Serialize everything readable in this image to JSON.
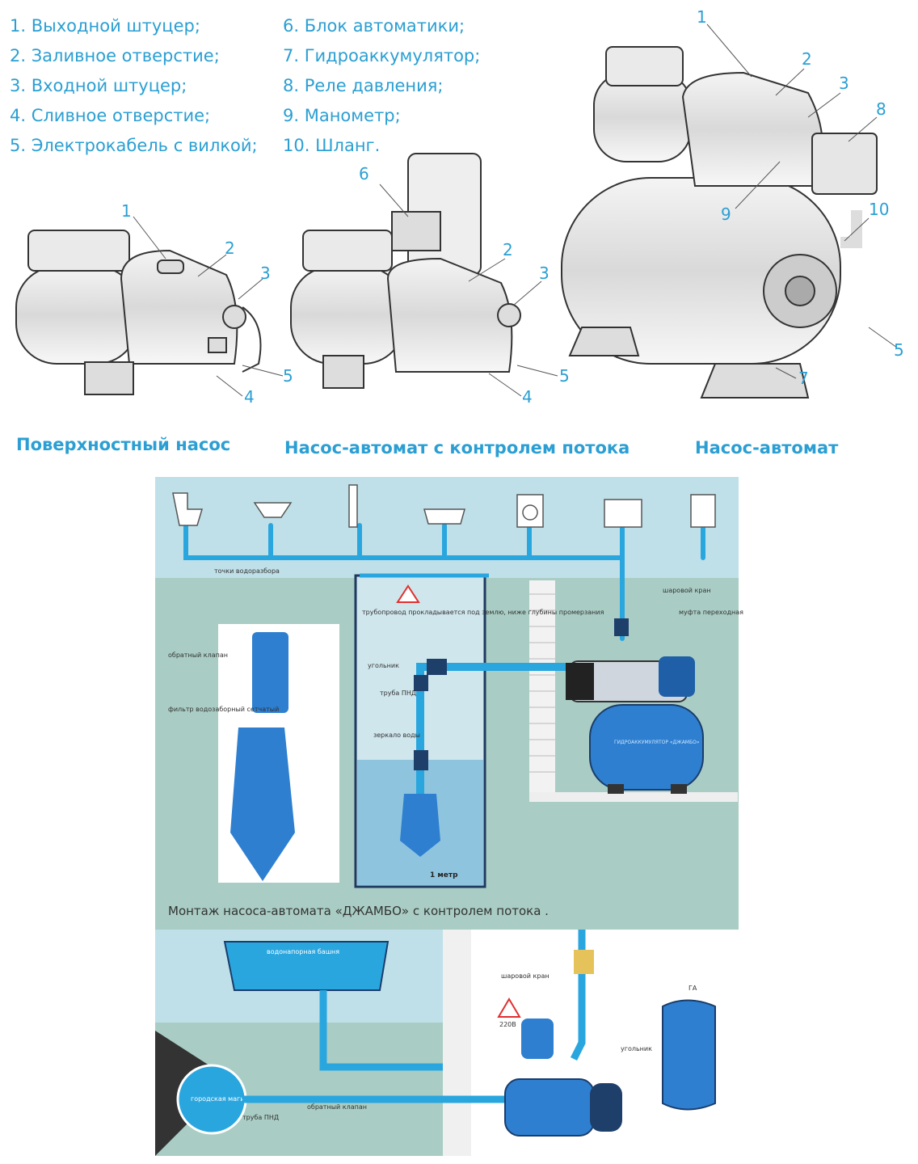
{
  "legend": {
    "left": [
      "1. Выходной штуцер;",
      "2. Заливное отверстие;",
      "3. Входной штуцер;",
      "4. Сливное отверстие;",
      "5. Электрокабель с вилкой;"
    ],
    "right": [
      "6. Блок автоматики;",
      "7. Гидроаккумулятор;",
      "8. Реле давления;",
      "9. Манометр;",
      "10. Шланг."
    ]
  },
  "captions": {
    "surface": "Поверхностный насос",
    "flow": "Насос-автомат с контролем потока",
    "auto": "Насос-автомат"
  },
  "callouts": [
    "1",
    "2",
    "3",
    "4",
    "5",
    "6",
    "7",
    "8",
    "9",
    "10"
  ],
  "scheme_top": {
    "water_points": "точки водоразбора",
    "ball_valve": "шаровой кран",
    "coupling": "муфта переходная",
    "pipeline_note": "трубопровод прокладывается под землю, ниже глубины промерзания",
    "elbow": "угольник",
    "pipe_pnd": "труба ПНД",
    "water_mirror": "зеркало воды",
    "check_valve": "обратный клапан",
    "filter": "фильтр водозаборный сетчатый",
    "one_meter": "1 метр",
    "tank_label": "ГИДРОАККУМУЛЯТОР «ДЖАМБО»",
    "title": "Монтаж насоса-автомата «ДЖАМБО» с контролем потока ."
  },
  "scheme_bottom": {
    "tower": "водонапорная башня",
    "ball_valve": "шаровой кран",
    "voltage": "220В",
    "elbow": "угольник",
    "ga": "ГА",
    "city_main": "городская магистраль",
    "pipe_pnd": "труба ПНД",
    "check_valve": "обратный клапан"
  },
  "colors": {
    "accent": "#2b9fd3",
    "bg": "#bfe0e8",
    "wall": "#a9cdc4",
    "pipe": "#2aa6df",
    "tank": "#2e7fd0"
  }
}
